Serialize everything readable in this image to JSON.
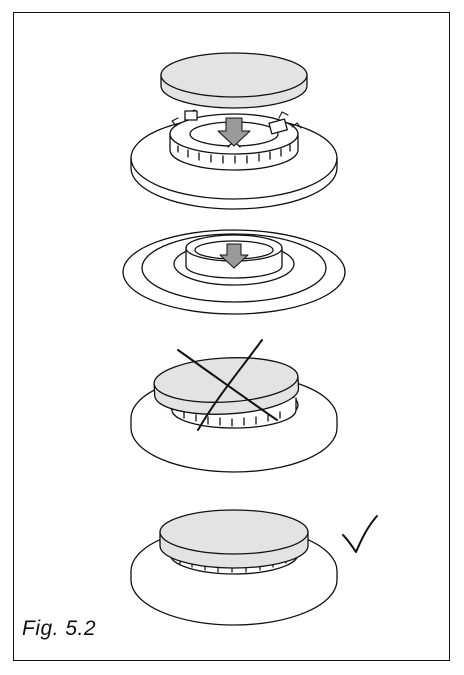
{
  "caption": "Fig. 5.2",
  "colors": {
    "cap_fill": "#e3e3e3",
    "stroke": "#111111",
    "arrow_fill": "#9a9a9a"
  },
  "illustration": {
    "steps": [
      {
        "name": "cap-above-burner-exploded",
        "icons": [
          "burner-cap-icon",
          "flame-spreader-icon",
          "burner-base-icon",
          "down-arrow-icon"
        ]
      },
      {
        "name": "burner-base-only",
        "icons": [
          "burner-cup-icon",
          "down-arrow-icon"
        ]
      },
      {
        "name": "incorrect-assembly",
        "icons": [
          "cross-mark-icon"
        ]
      },
      {
        "name": "correct-assembly",
        "icons": [
          "check-mark-icon"
        ]
      }
    ]
  }
}
